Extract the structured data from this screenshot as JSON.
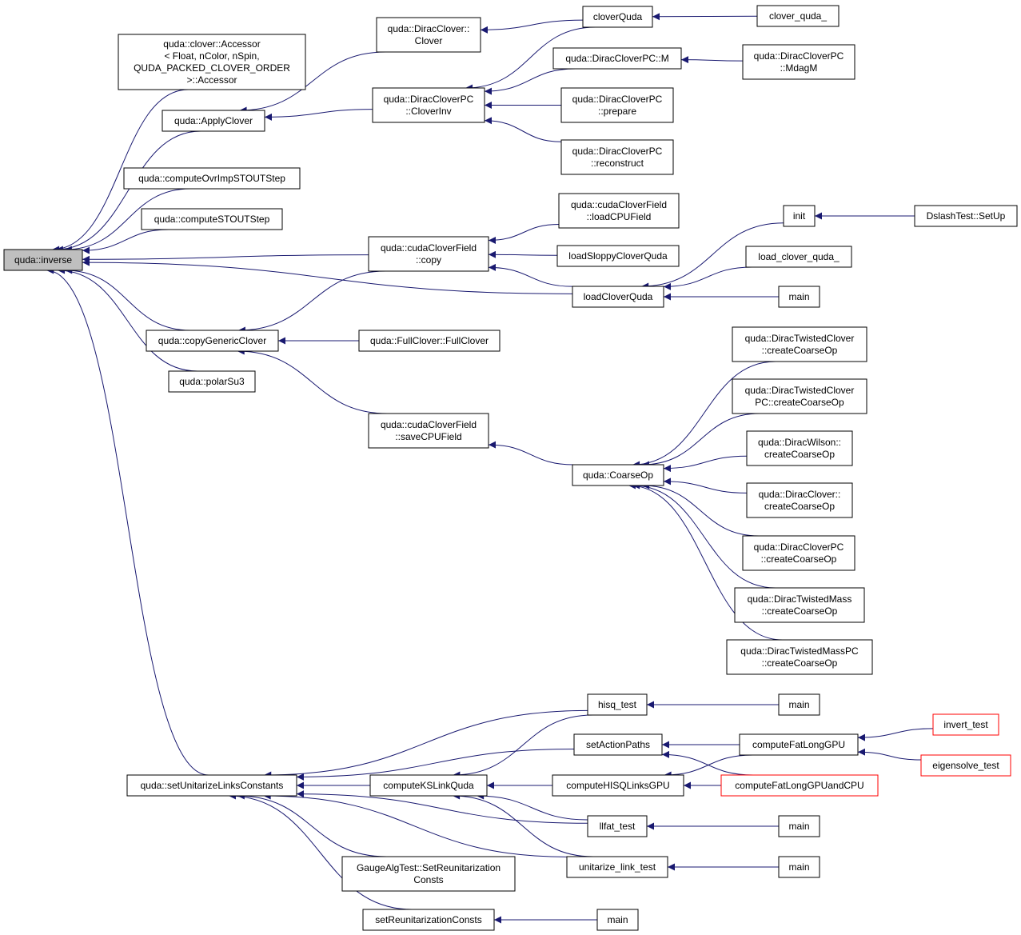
{
  "nodes": [
    {
      "id": "inverse",
      "lines": [
        "quda::inverse"
      ]
    },
    {
      "id": "accessor",
      "lines": [
        "quda::clover::Accessor",
        "< Float, nColor, nSpin,",
        " QUDA_PACKED_CLOVER_ORDER",
        " >::Accessor"
      ]
    },
    {
      "id": "applyclover",
      "lines": [
        "quda::ApplyClover"
      ]
    },
    {
      "id": "ovrimp",
      "lines": [
        "quda::computeOvrImpSTOUTStep"
      ]
    },
    {
      "id": "stout",
      "lines": [
        "quda::computeSTOUTStep"
      ]
    },
    {
      "id": "copygeneric",
      "lines": [
        "quda::copyGenericClover"
      ]
    },
    {
      "id": "polarsu3",
      "lines": [
        "quda::polarSu3"
      ]
    },
    {
      "id": "setunitarize",
      "lines": [
        "quda::setUnitarizeLinksConstants"
      ]
    },
    {
      "id": "diracclover_clover",
      "lines": [
        "quda::DiracClover::",
        "Clover"
      ]
    },
    {
      "id": "dcpc_cloverinv",
      "lines": [
        "quda::DiracCloverPC",
        "::CloverInv"
      ]
    },
    {
      "id": "ccf_copy",
      "lines": [
        "quda::cudaCloverField",
        "::copy"
      ]
    },
    {
      "id": "fullclover",
      "lines": [
        "quda::FullClover::FullClover"
      ]
    },
    {
      "id": "ccf_save",
      "lines": [
        "quda::cudaCloverField",
        "::saveCPUField"
      ]
    },
    {
      "id": "computeks",
      "lines": [
        "computeKSLinkQuda"
      ]
    },
    {
      "id": "gaugealg",
      "lines": [
        "GaugeAlgTest::SetReunitarization",
        "Consts"
      ]
    },
    {
      "id": "setreunit",
      "lines": [
        "setReunitarizationConsts"
      ]
    },
    {
      "id": "cloverquda",
      "lines": [
        "cloverQuda"
      ]
    },
    {
      "id": "dcpc_m",
      "lines": [
        "quda::DiracCloverPC::M"
      ]
    },
    {
      "id": "dcpc_prepare",
      "lines": [
        "quda::DiracCloverPC",
        "::prepare"
      ]
    },
    {
      "id": "dcpc_reconstruct",
      "lines": [
        "quda::DiracCloverPC",
        "::reconstruct"
      ]
    },
    {
      "id": "ccf_load",
      "lines": [
        "quda::cudaCloverField",
        "::loadCPUField"
      ]
    },
    {
      "id": "loadsloppy",
      "lines": [
        "loadSloppyCloverQuda"
      ]
    },
    {
      "id": "loadcloverquda",
      "lines": [
        "loadCloverQuda"
      ]
    },
    {
      "id": "coarseop",
      "lines": [
        "quda::CoarseOp"
      ]
    },
    {
      "id": "hisqtest",
      "lines": [
        "hisq_test"
      ]
    },
    {
      "id": "setactionpaths",
      "lines": [
        "setActionPaths"
      ]
    },
    {
      "id": "computehisq",
      "lines": [
        "computeHISQLinksGPU"
      ]
    },
    {
      "id": "llfat",
      "lines": [
        "llfat_test"
      ]
    },
    {
      "id": "unitarizetest",
      "lines": [
        "unitarize_link_test"
      ]
    },
    {
      "id": "main_reunit",
      "lines": [
        "main"
      ]
    },
    {
      "id": "clover_quda_",
      "lines": [
        "clover_quda_"
      ]
    },
    {
      "id": "mdagm",
      "lines": [
        "quda::DiracCloverPC",
        "::MdagM"
      ]
    },
    {
      "id": "init",
      "lines": [
        "init"
      ]
    },
    {
      "id": "load_clover_quda_",
      "lines": [
        "load_clover_quda_"
      ]
    },
    {
      "id": "main_load",
      "lines": [
        "main"
      ]
    },
    {
      "id": "dtc_cco",
      "lines": [
        "quda::DiracTwistedClover",
        "::createCoarseOp"
      ]
    },
    {
      "id": "dtcpc_cco",
      "lines": [
        "quda::DiracTwistedClover",
        "PC::createCoarseOp"
      ]
    },
    {
      "id": "dw_cco",
      "lines": [
        "quda::DiracWilson::",
        "createCoarseOp"
      ]
    },
    {
      "id": "dc_cco",
      "lines": [
        "quda::DiracClover::",
        "createCoarseOp"
      ]
    },
    {
      "id": "dcpc_cco",
      "lines": [
        "quda::DiracCloverPC",
        "::createCoarseOp"
      ]
    },
    {
      "id": "dtm_cco",
      "lines": [
        "quda::DiracTwistedMass",
        "::createCoarseOp"
      ]
    },
    {
      "id": "dtmpc_cco",
      "lines": [
        "quda::DiracTwistedMassPC",
        "::createCoarseOp"
      ]
    },
    {
      "id": "main_hisq",
      "lines": [
        "main"
      ]
    },
    {
      "id": "computefatlong",
      "lines": [
        "computeFatLongGPU"
      ]
    },
    {
      "id": "computefatlongcpu",
      "lines": [
        "computeFatLongGPUandCPU"
      ]
    },
    {
      "id": "main_llfat",
      "lines": [
        "main"
      ]
    },
    {
      "id": "main_unit",
      "lines": [
        "main"
      ]
    },
    {
      "id": "dslashsetup",
      "lines": [
        "DslashTest::SetUp"
      ]
    },
    {
      "id": "inverttest",
      "lines": [
        "invert_test"
      ]
    },
    {
      "id": "eigensolve",
      "lines": [
        "eigensolve_test"
      ]
    }
  ],
  "edges": [
    [
      "accessor",
      "inverse"
    ],
    [
      "applyclover",
      "inverse"
    ],
    [
      "ovrimp",
      "inverse"
    ],
    [
      "stout",
      "inverse"
    ],
    [
      "ccf_copy",
      "inverse"
    ],
    [
      "loadcloverquda",
      "inverse"
    ],
    [
      "copygeneric",
      "inverse"
    ],
    [
      "polarsu3",
      "inverse"
    ],
    [
      "setunitarize",
      "inverse"
    ],
    [
      "diracclover_clover",
      "applyclover"
    ],
    [
      "dcpc_cloverinv",
      "applyclover"
    ],
    [
      "cloverquda",
      "diracclover_clover"
    ],
    [
      "clover_quda_",
      "cloverquda"
    ],
    [
      "cloverquda",
      "dcpc_cloverinv"
    ],
    [
      "dcpc_m",
      "dcpc_cloverinv"
    ],
    [
      "dcpc_prepare",
      "dcpc_cloverinv"
    ],
    [
      "dcpc_reconstruct",
      "dcpc_cloverinv"
    ],
    [
      "mdagm",
      "dcpc_m"
    ],
    [
      "ccf_load",
      "ccf_copy"
    ],
    [
      "loadsloppy",
      "ccf_copy"
    ],
    [
      "loadcloverquda",
      "ccf_copy"
    ],
    [
      "init",
      "loadcloverquda"
    ],
    [
      "load_clover_quda_",
      "loadcloverquda"
    ],
    [
      "main_load",
      "loadcloverquda"
    ],
    [
      "dslashsetup",
      "init"
    ],
    [
      "ccf_copy",
      "copygeneric"
    ],
    [
      "fullclover",
      "copygeneric"
    ],
    [
      "ccf_save",
      "copygeneric"
    ],
    [
      "coarseop",
      "ccf_save"
    ],
    [
      "dtc_cco",
      "coarseop"
    ],
    [
      "dtcpc_cco",
      "coarseop"
    ],
    [
      "dw_cco",
      "coarseop"
    ],
    [
      "dc_cco",
      "coarseop"
    ],
    [
      "dcpc_cco",
      "coarseop"
    ],
    [
      "dtm_cco",
      "coarseop"
    ],
    [
      "dtmpc_cco",
      "coarseop"
    ],
    [
      "hisqtest",
      "setunitarize"
    ],
    [
      "setactionpaths",
      "setunitarize"
    ],
    [
      "computeks",
      "setunitarize"
    ],
    [
      "llfat",
      "setunitarize"
    ],
    [
      "unitarizetest",
      "setunitarize"
    ],
    [
      "gaugealg",
      "setunitarize"
    ],
    [
      "setreunit",
      "setunitarize"
    ],
    [
      "main_reunit",
      "setreunit"
    ],
    [
      "hisqtest",
      "computeks"
    ],
    [
      "computehisq",
      "computeks"
    ],
    [
      "llfat",
      "computeks"
    ],
    [
      "unitarizetest",
      "computeks"
    ],
    [
      "main_hisq",
      "hisqtest"
    ],
    [
      "computefatlong",
      "setactionpaths"
    ],
    [
      "computefatlongcpu",
      "setactionpaths"
    ],
    [
      "computefatlong",
      "computehisq"
    ],
    [
      "computefatlongcpu",
      "computehisq"
    ],
    [
      "inverttest",
      "computefatlong"
    ],
    [
      "eigensolve",
      "computefatlong"
    ],
    [
      "main_llfat",
      "llfat"
    ],
    [
      "main_unit",
      "unitarizetest"
    ]
  ]
}
